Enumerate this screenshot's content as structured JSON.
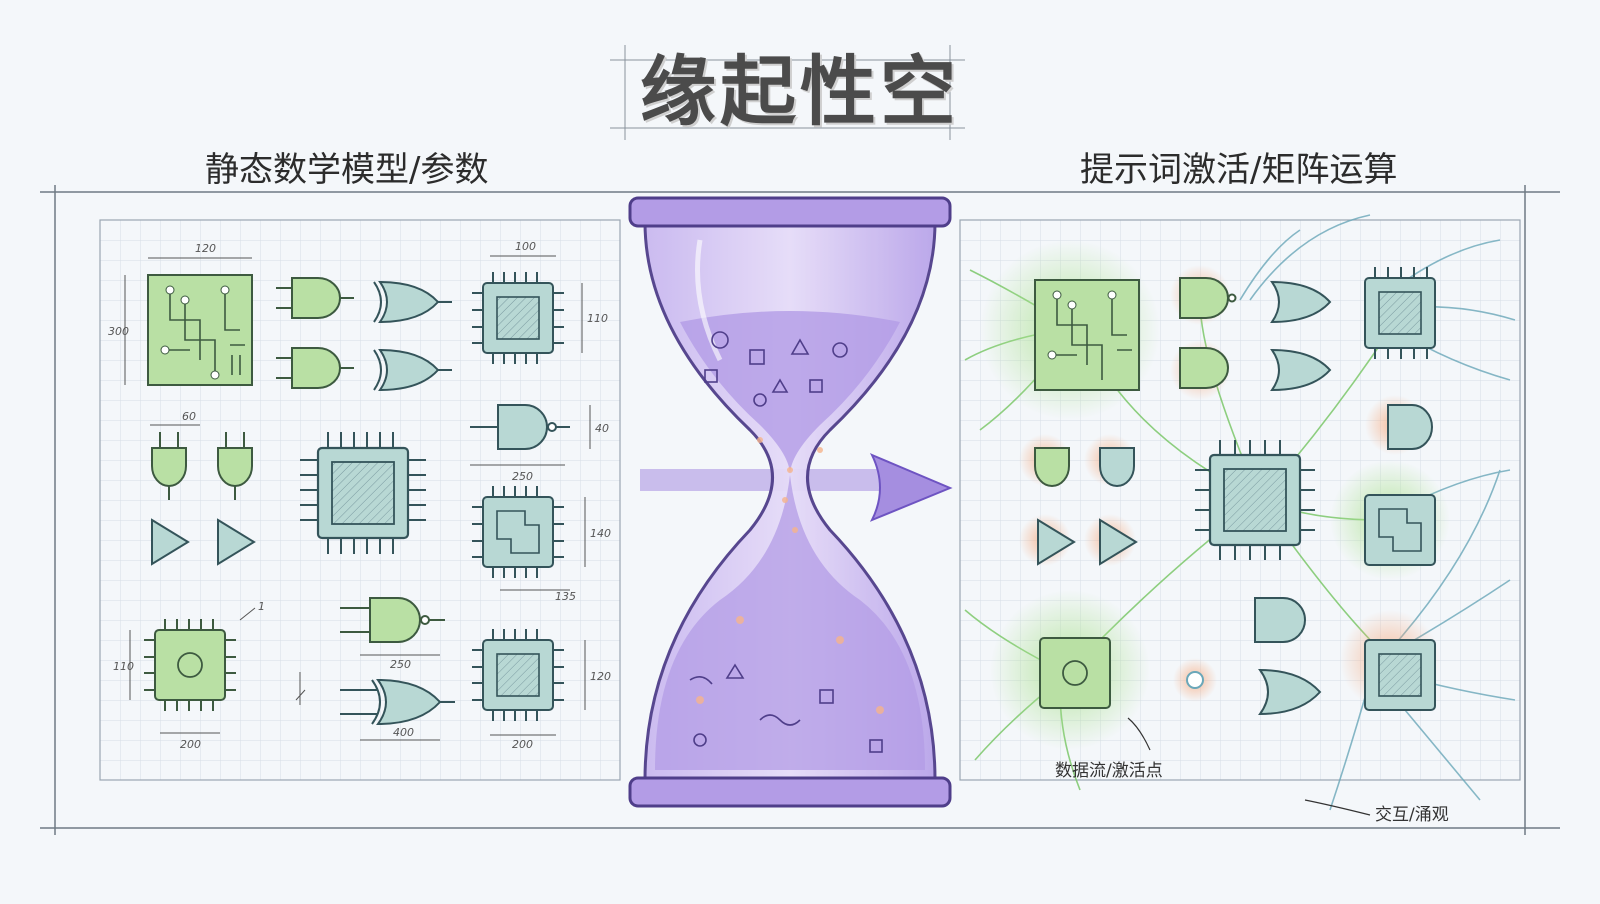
{
  "title": "缘起性空",
  "left_heading": "静态数学模型/参数",
  "right_heading": "提示词激活/矩阵运算",
  "annotations": {
    "data_flow": "数据流/激活点",
    "emergence": "交互/涌观"
  },
  "dimension_labels": {
    "board_width": "120",
    "board_height": "300",
    "chip1_width": "100",
    "chip1_height": "110",
    "pair_spacing": "60",
    "nand_width": "250",
    "nand_height": "40",
    "chip2_height": "140",
    "chip2_offset": "135",
    "gate_width": "250",
    "gate_width2": "400",
    "chip3_width": "200",
    "chip3_height": "110",
    "chip4_width": "200",
    "chip4_height": "120",
    "marker": "1"
  },
  "colors": {
    "green": "#b9e0a4",
    "teal": "#b8d8d4",
    "purple": "#b39ce6",
    "purple_dark": "#8c6fd6",
    "orange": "#f6b48c",
    "blue_flow": "#6aa7b9",
    "green_flow": "#7cc86a"
  }
}
